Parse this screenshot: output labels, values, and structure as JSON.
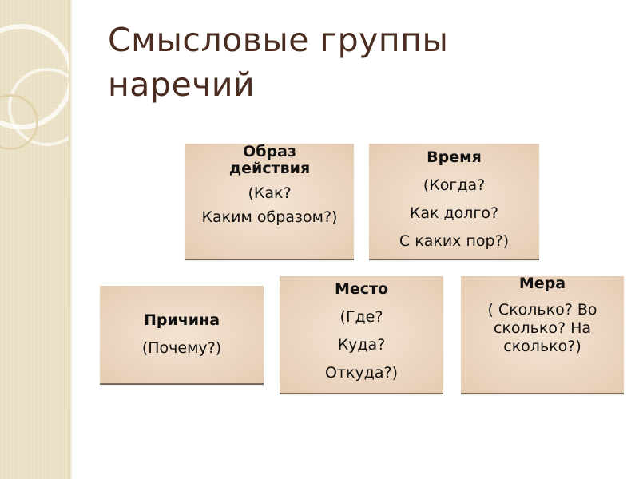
{
  "slide": {
    "title_line1": "Смысловые группы",
    "title_line2": "наречий"
  },
  "groups": {
    "manner": {
      "title_line1": "Образ",
      "title_line2": "действия",
      "line1": "(Как?",
      "line2": "Каким образом?)"
    },
    "time": {
      "title": "Время",
      "line1": "(Когда?",
      "line2": "Как долго?",
      "line3": "С каких пор?)"
    },
    "cause": {
      "title": "Причина",
      "line1": "(Почему?)"
    },
    "place": {
      "title": "Место",
      "line1": "(Где?",
      "line2": "Куда?",
      "line3": "Откуда?)"
    },
    "measure": {
      "title": "Мера",
      "line1": "( Сколько? Во сколько? На сколько?)"
    }
  },
  "colors": {
    "title": "#4a2c20",
    "box_fill": "#ecd8c4",
    "strip": "#ebe1c6"
  }
}
